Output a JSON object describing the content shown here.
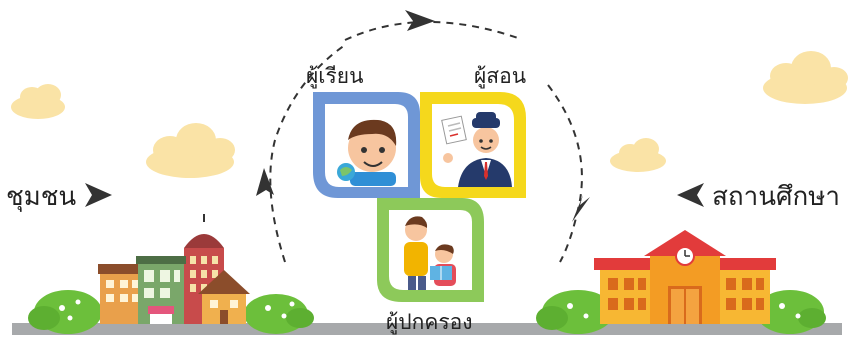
{
  "labels": {
    "community": "ชุมชน",
    "school": "สถานศึกษา",
    "learner": "ผู้เรียน",
    "teacher": "ผู้สอน",
    "parent": "ผู้ปกครอง"
  },
  "colors": {
    "learner_leaf": "#6f97d6",
    "teacher_leaf": "#f5d81c",
    "parent_leaf": "#8dc95a",
    "ground": "#a7a9ab",
    "bush": "#6cbf3b",
    "cloud": "#fae3a6",
    "arrow": "#333333",
    "school_wall": "#f7b733",
    "school_roof": "#e23b3b"
  },
  "icons": {
    "cycle": "dashed-circular-arrows",
    "community": "city-buildings",
    "school": "school-building",
    "learner": "boy-with-globe",
    "teacher": "teacher-with-paper",
    "parent": "father-and-child-reading"
  }
}
